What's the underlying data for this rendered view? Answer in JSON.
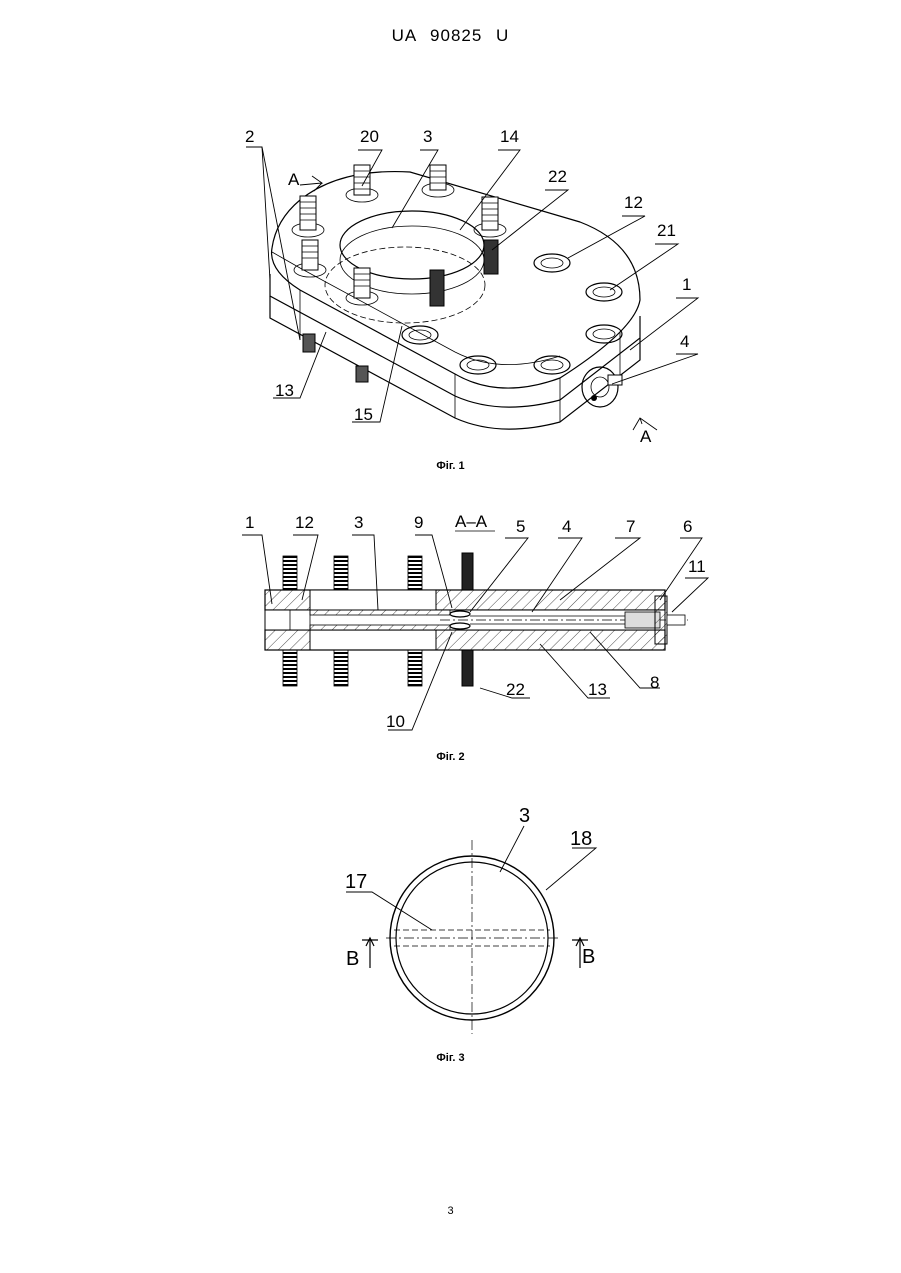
{
  "header": {
    "patent_number": "UA   90825   U"
  },
  "figures": [
    {
      "caption": "Фіг. 1",
      "labels": {
        "l1": "1",
        "l2": "2",
        "l3": "3",
        "l4": "4",
        "l12": "12",
        "l13": "13",
        "l14": "14",
        "l15": "15",
        "l20": "20",
        "l21": "21",
        "l22": "22",
        "sectionA_top": "A",
        "sectionA_bottom": "A"
      }
    },
    {
      "caption": "Фіг. 2",
      "section_title": "A–A",
      "labels": {
        "l1": "1",
        "l12": "12",
        "l3": "3",
        "l9": "9",
        "l5": "5",
        "l4": "4",
        "l7": "7",
        "l6": "6",
        "l11": "11",
        "l22": "22",
        "l13": "13",
        "l8": "8",
        "l10": "10"
      }
    },
    {
      "caption": "Фіг. 3",
      "labels": {
        "l3": "3",
        "l17": "17",
        "l18": "18",
        "sectionB_left": "B",
        "sectionB_right": "B"
      }
    }
  ],
  "footer": {
    "page_number": "3"
  }
}
